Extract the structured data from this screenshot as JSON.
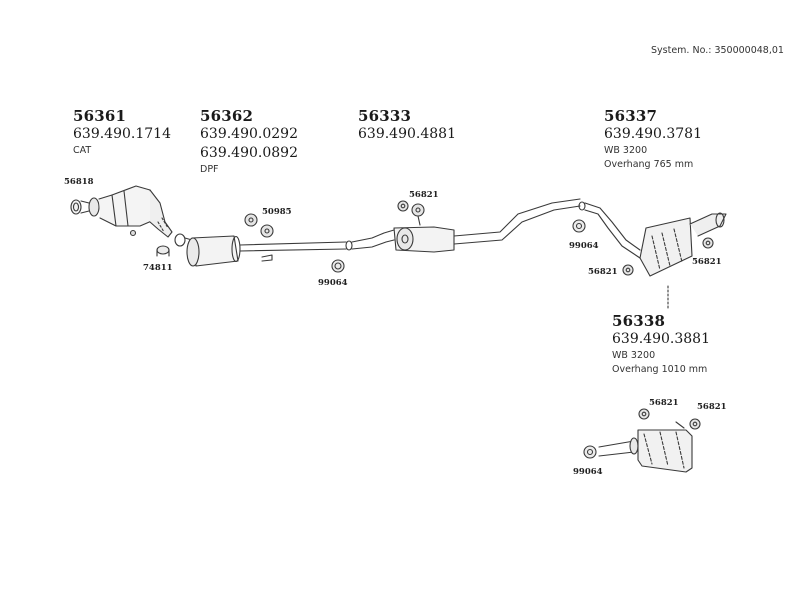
{
  "system_number": "System. No.: 350000048,01",
  "groups": [
    {
      "id": "g1",
      "code": "56361",
      "parts": [
        "639.490.1714"
      ],
      "notes": [
        "CAT"
      ]
    },
    {
      "id": "g2",
      "code": "56362",
      "parts": [
        "639.490.0292",
        "639.490.0892"
      ],
      "notes": [
        "DPF"
      ]
    },
    {
      "id": "g3",
      "code": "56333",
      "parts": [
        "639.490.4881"
      ],
      "notes": []
    },
    {
      "id": "g4",
      "code": "56337",
      "parts": [
        "639.490.3781"
      ],
      "notes": [
        "WB 3200",
        "Overhang 765 mm"
      ]
    },
    {
      "id": "g5",
      "code": "56338",
      "parts": [
        "639.490.3881"
      ],
      "notes": [
        "WB 3200",
        "Overhang 1010 mm"
      ]
    }
  ],
  "callouts": {
    "c_56818": "56818",
    "c_74811": "74811",
    "c_50985": "50985",
    "c_99064_a": "99064",
    "c_56821_a": "56821",
    "c_99064_b": "99064",
    "c_56821_b": "56821",
    "c_56821_c": "56821",
    "c_56821_d": "56821",
    "c_56821_e": "56821",
    "c_99064_c": "99064"
  }
}
